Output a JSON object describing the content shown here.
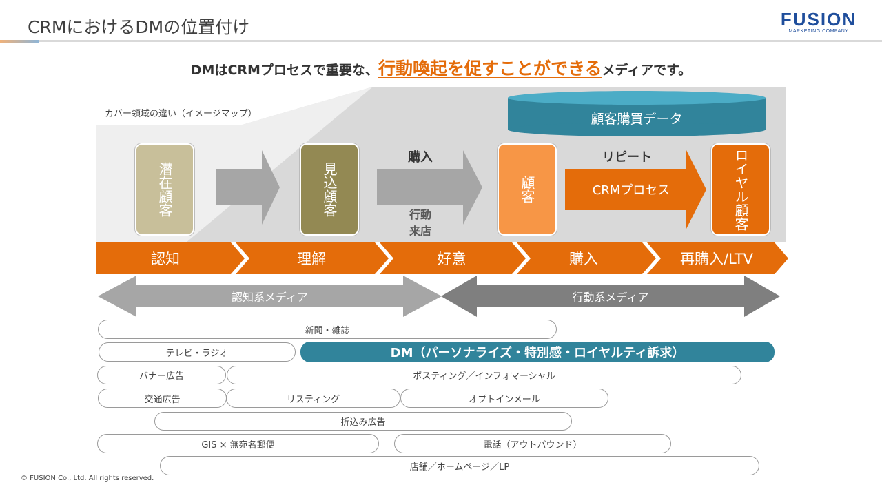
{
  "header": {
    "title": "CRMにおけるDMの位置付け",
    "logo_main": "FUSION",
    "logo_sub": "MARKETING COMPANY"
  },
  "headline": {
    "prefix": "DMはCRMプロセスで重要な、",
    "highlight": "行動喚起を促すことができる",
    "suffix": "メディアです。"
  },
  "diagram": {
    "cover_label": "カバー領域の違い（イメージマップ）",
    "database_label": "顧客購買データ",
    "boxes": [
      {
        "label": "潜在顧客",
        "color": "#c8bf9a"
      },
      {
        "label": "見込顧客",
        "color": "#938953"
      },
      {
        "label": "顧客",
        "color": "#f79646"
      },
      {
        "label": "ロイヤル顧客",
        "color": "#e46c0a"
      }
    ],
    "purchase_label": "購入",
    "visit_label": "行動来店",
    "repeat_label": "リピート",
    "crm_label": "CRMプロセス",
    "stages": [
      "認知",
      "理解",
      "好意",
      "購入",
      "再購入/LTV"
    ],
    "media_left": "認知系メディア",
    "media_right": "行動系メディア",
    "colors": {
      "orange": "#e46c0a",
      "teal": "#31849b",
      "gray_arrow": "#a6a6a6",
      "dark_arrow": "#7f7f7f"
    }
  },
  "media": {
    "newspaper": "新聞・雑誌",
    "tv_radio": "テレビ・ラジオ",
    "dm": "DM（パーソナライズ・特別感・ロイヤルティ訴求）",
    "banner": "バナー広告",
    "posting": "ポスティング／インフォマーシャル",
    "transit": "交通広告",
    "listing": "リスティング",
    "optin": "オプトインメール",
    "insert": "折込み広告",
    "gis": "GIS × 無宛名郵便",
    "phone": "電話（アウトバウンド）",
    "store": "店舗／ホームページ／LP"
  },
  "footer": {
    "copyright": "© FUSION Co., Ltd. All rights reserved."
  }
}
